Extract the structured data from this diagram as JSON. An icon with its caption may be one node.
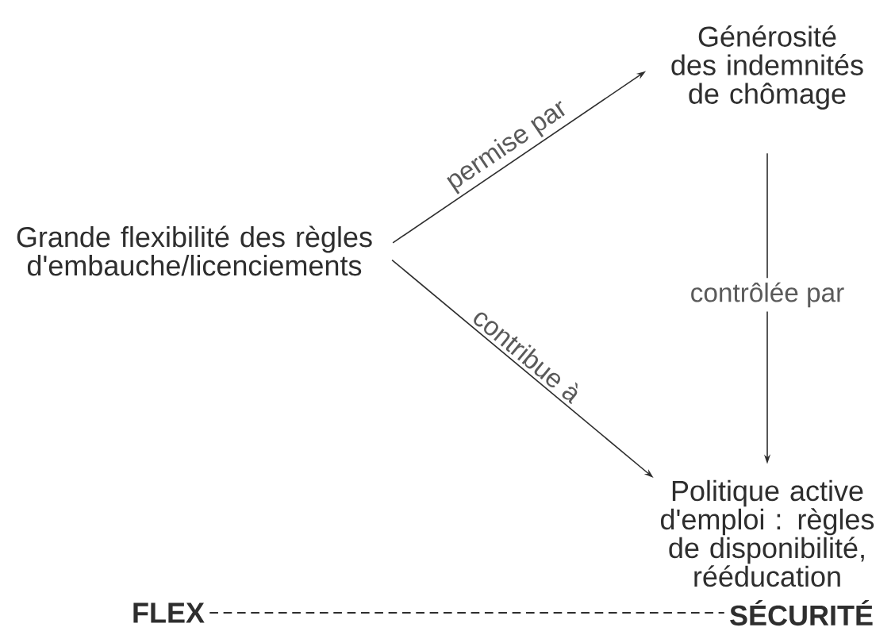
{
  "diagram": {
    "nodes": [
      {
        "text": [
          "Grande flexibilité des règles d'embauche/licenciements"
        ]
      },
      {
        "text": [
          "Générosité des indemnités de chômage"
        ]
      },
      {
        "text": [
          "Politique active d'emploi : règles de disponibilité, rééducation"
        ]
      },
      {
        "text": [
          "FLEX"
        ]
      },
      {
        "text": [
          "SÉCURITÉ"
        ]
      }
    ],
    "edges": [
      {
        "from": 0,
        "to": 1,
        "arrow": "to",
        "label": "permise par"
      },
      {
        "from": 0,
        "to": 2,
        "arrow": "to",
        "label": "contribue à"
      },
      {
        "from": 1,
        "to": 2,
        "arrow": "to",
        "label": "contrôlée par"
      },
      {
        "from": 3,
        "to": 4,
        "arrow": "none",
        "style": "dashed"
      }
    ]
  }
}
